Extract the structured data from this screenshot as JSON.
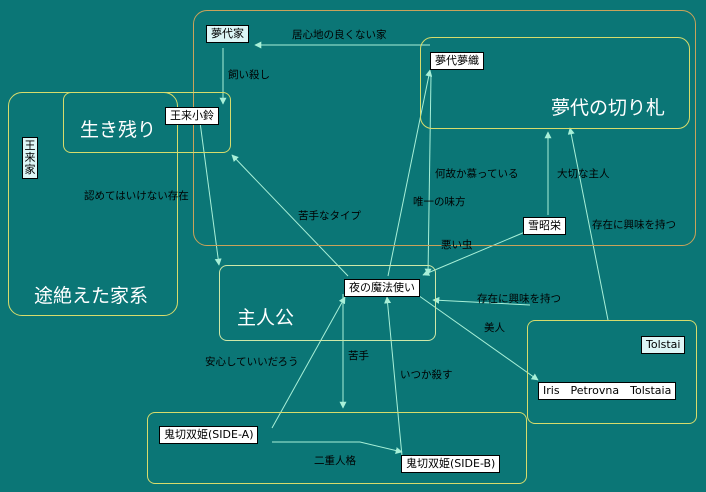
{
  "groups": {
    "yumeshiro_family": "夢代の切り札",
    "survivors": "生き残り",
    "extinct_family": "途絶えた家系",
    "protagonist": "主人公"
  },
  "nodes": {
    "yumeshiro_ke": "夢代家",
    "yumeshiro_yumeori": "夢代夢織",
    "ourai_kosuzu": "王来小鈴",
    "ourai_ke": "王来家",
    "yoru_no_mahoutsukai": "夜の魔法使い",
    "setsu_shouei": "雪昭栄",
    "tolstai": "Tolstai",
    "iris": "Iris　Petrovna　Tolstaia",
    "onikiri_a": "鬼切双姫(SIDE-A)",
    "onikiri_b": "鬼切双姫(SIDE-B)"
  },
  "edge_labels": {
    "uncomfortable_house": "居心地の良くない家",
    "kept_killed": "飼い殺し",
    "cannot_accept": "認めてはいけない存在",
    "bad_type": "苦手なタイプ",
    "somehow_admires": "何故か慕っている",
    "only_ally": "唯一の味方",
    "important_master": "大切な主人",
    "interested_1": "存在に興味を持つ",
    "bad_bug": "悪い虫",
    "interested_2": "存在に興味を持つ",
    "beauty": "美人",
    "dislike": "苦手",
    "kill_someday": "いつか殺す",
    "safe_probably": "安心していいだろう",
    "dual_personality": "二重人格"
  }
}
